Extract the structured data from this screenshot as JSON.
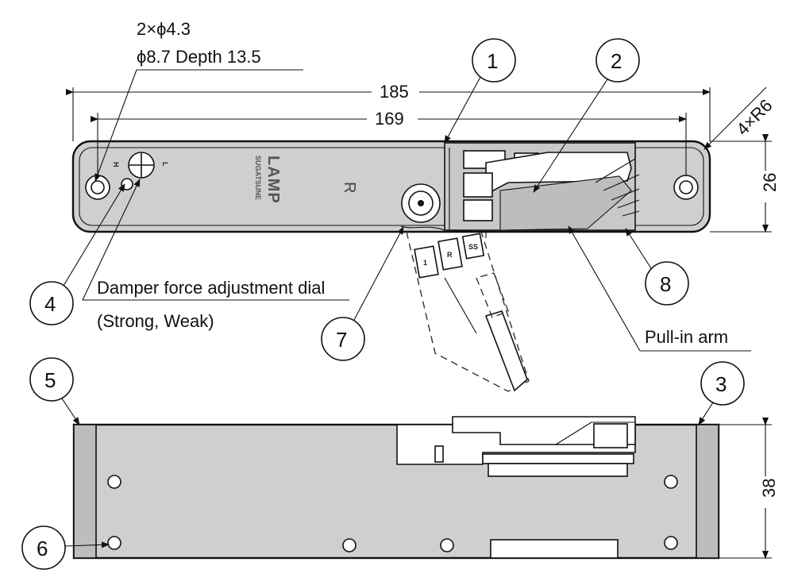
{
  "notes": {
    "hole_spec_line1": "2×ϕ4.3",
    "hole_spec_line2": "ϕ8.7 Depth 13.5",
    "dial_label_line1": "Damper force adjustment dial",
    "dial_label_line2": "(Strong, Weak)",
    "pull_in_arm": "Pull-in arm"
  },
  "dimensions": {
    "overall_length": "185",
    "hole_pitch": "169",
    "corner_radius": "4×R6",
    "top_height": "26",
    "side_height": "38"
  },
  "callouts": [
    "1",
    "2",
    "3",
    "4",
    "5",
    "6",
    "7",
    "8"
  ],
  "device_marks": {
    "brand_line1": "LAMP",
    "brand_line2": "SUGATSUNE",
    "side_mark": "R",
    "dial_h": "H",
    "dial_l": "L",
    "tab_labels": [
      "1",
      "R",
      "SS"
    ]
  }
}
